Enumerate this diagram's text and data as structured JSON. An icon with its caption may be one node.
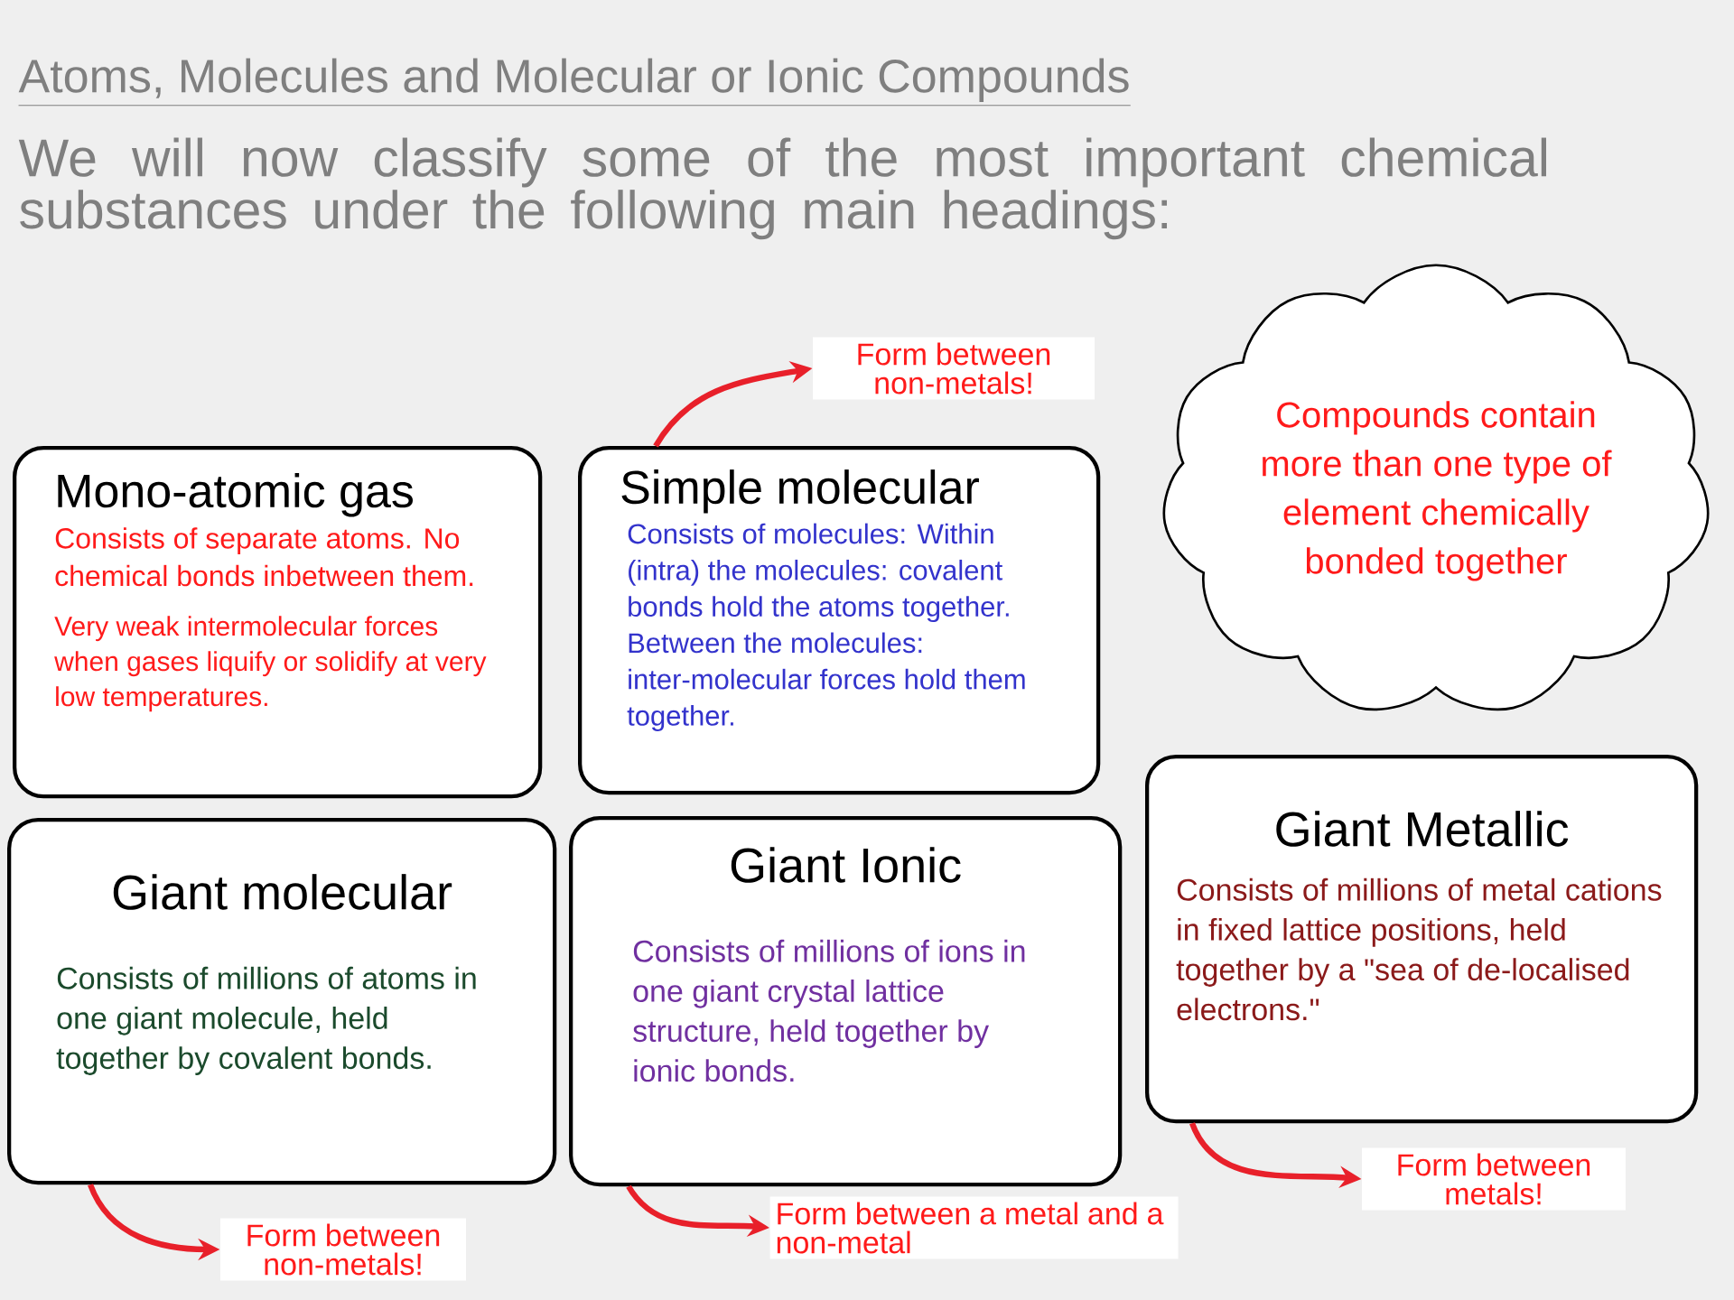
{
  "diagram": {
    "title": "Atoms, Molecules and Molecular or Ionic Compounds",
    "nodes": [
      {
        "text": [
          "Mono-atomic gas",
          "Consists of separate atoms. No chemical bonds inbetween them.",
          "Very weak intermolecular forces when gases liquify or solidify at very low temperatures."
        ]
      },
      {
        "text": [
          "Simple molecular",
          "Consists of molecules: Within (intra) the molecules: covalent bonds hold the atoms together. Between the molecules: inter-molecular forces hold them together."
        ]
      },
      {
        "text": [
          "Compounds contain more than one type of element chemically bonded together"
        ]
      },
      {
        "text": [
          "Giant molecular",
          "Consists of millions of atoms in one giant molecule, held together by covalent bonds."
        ]
      },
      {
        "text": [
          "Giant Ionic",
          "Consists of millions of ions in one giant crystal lattice structure, held together by ionic bonds."
        ]
      },
      {
        "text": [
          "Giant Metallic",
          "Consists of millions of metal cations in fixed lattice positions, held together by a \"sea of de-localised electrons.\""
        ]
      },
      {
        "text": [
          "Form between non-metals!"
        ]
      },
      {
        "text": [
          "Form between non-metals!"
        ]
      },
      {
        "text": [
          "Form between a metal and a non-metal"
        ]
      },
      {
        "text": [
          "Form between metals!"
        ]
      }
    ],
    "edges": [
      {
        "from": 1,
        "to": 6,
        "arrow": "to"
      },
      {
        "from": 3,
        "to": 7,
        "arrow": "to"
      },
      {
        "from": 4,
        "to": 8,
        "arrow": "to"
      },
      {
        "from": 5,
        "to": 9,
        "arrow": "to"
      }
    ],
    "labels": [
      "We will now classify some of the most important chemical substances under the following main headings:"
    ]
  }
}
